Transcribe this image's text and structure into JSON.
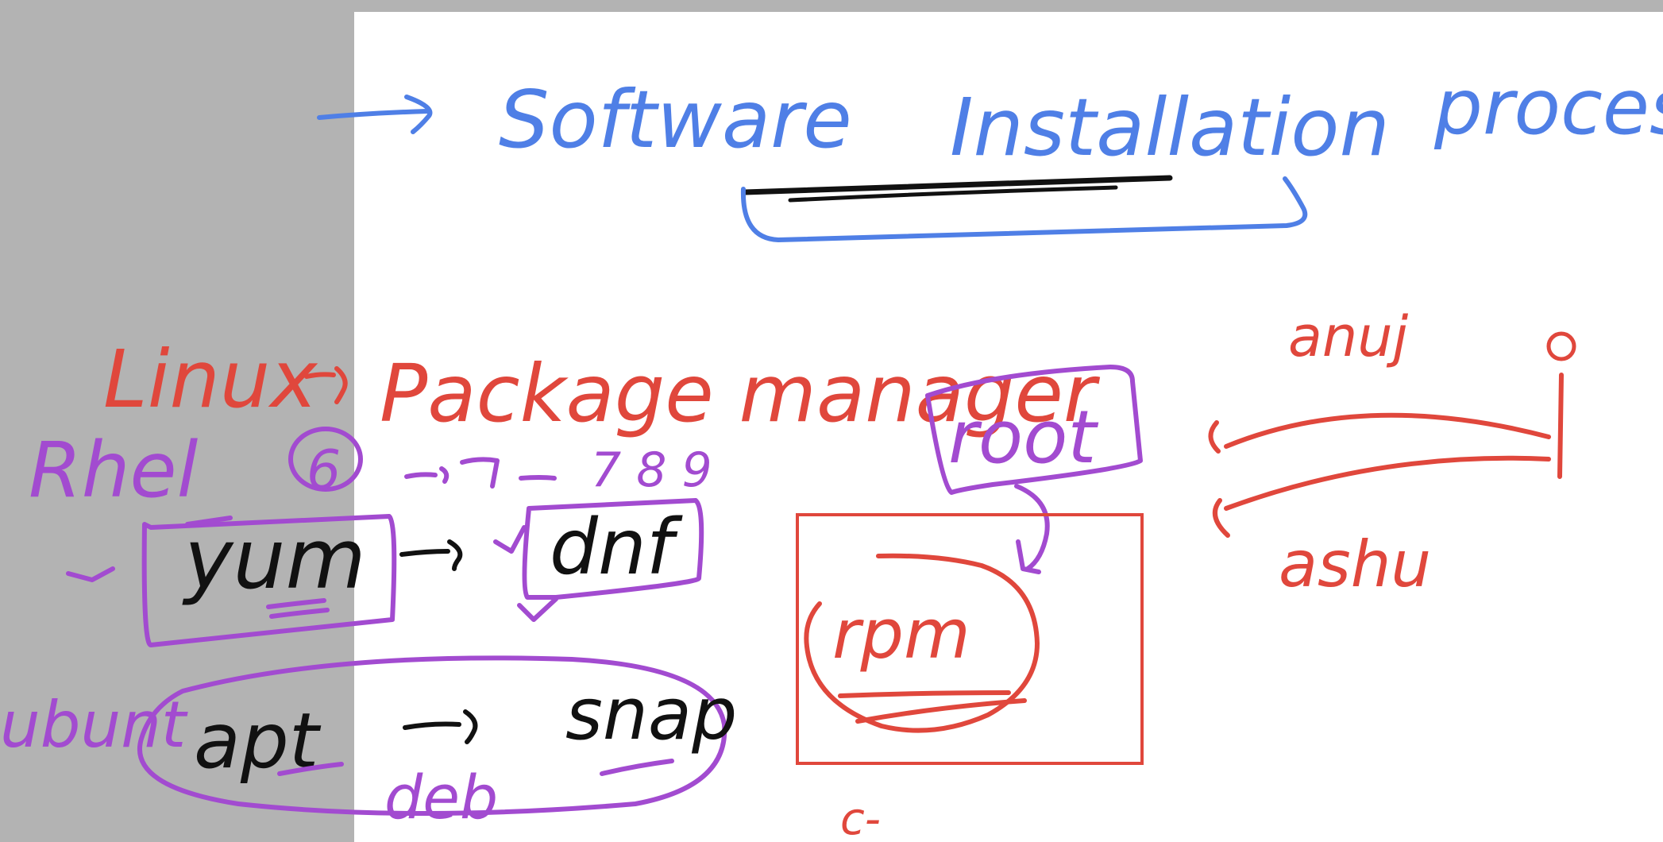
{
  "whiteboard": {
    "colors": {
      "background_gray": "#b3b3b3",
      "page_white": "#ffffff",
      "blue_ink": "#4f7fe6",
      "red_ink": "#e0473c",
      "purple_ink": "#a24bd0",
      "black_ink": "#111111"
    },
    "heading": {
      "word1": "Software",
      "word2": "Installation",
      "word3": "process"
    },
    "left_section": {
      "os_label": "Linux",
      "package_manager_label": "Package manager",
      "rhel_label": "Rhel",
      "version_circled": "6",
      "versions_sequence": "7 8 9",
      "yum_label": "yum",
      "dnf_label": "dnf",
      "ubuntu_label": "ubunt",
      "apt_label": "apt",
      "snap_label": "snap",
      "deb_label": "deb"
    },
    "center_section": {
      "root_label": "root",
      "rpm_label": "rpm",
      "below_box_mark": "c-"
    },
    "right_section": {
      "anuj_label": "anuj",
      "ashu_label": "ashu"
    }
  }
}
